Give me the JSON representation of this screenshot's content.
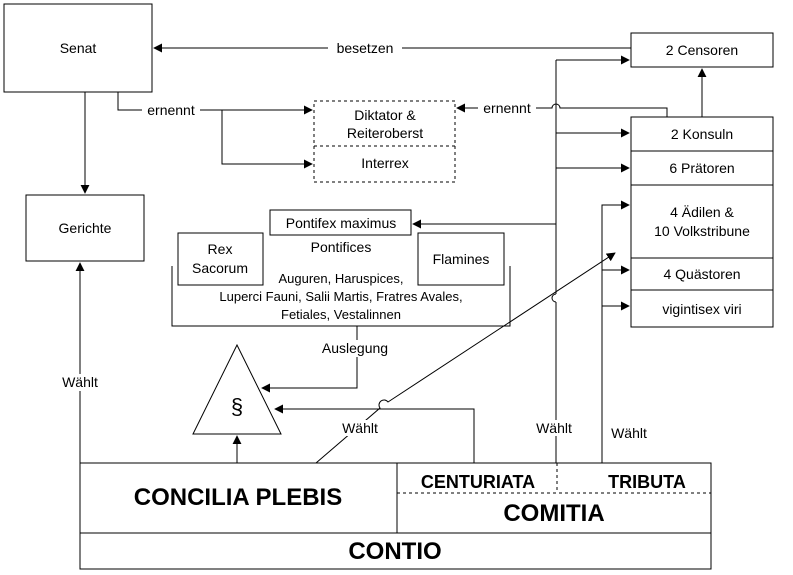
{
  "nodes": {
    "senat": "Senat",
    "gerichte": "Gerichte",
    "censoren": "2 Censoren",
    "diktator_line1": "Diktator &",
    "diktator_line2": "Reiteroberst",
    "interrex": "Interrex",
    "konsuln": "2 Konsuln",
    "praetoren": "6 Prätoren",
    "aedilen_line1": "4 Ädilen &",
    "aedilen_line2": "10 Volkstribune",
    "quaestoren": "4 Quästoren",
    "vigintisex": "vigintisex viri",
    "pontifex_maximus": "Pontifex maximus",
    "pontifices": "Pontifices",
    "rex_line1": "Rex",
    "rex_line2": "Sacorum",
    "flamines": "Flamines",
    "priests_line1": "Auguren, Haruspices,",
    "priests_line2": "Luperci Fauni, Salii Martis, Fratres Avales,",
    "priests_line3": "Fetiales, Vestalinnen",
    "law_symbol": "§",
    "concilia_plebis": "CONCILIA PLEBIS",
    "centuriata": "CENTURIATA",
    "tributa": "TRIBUTA",
    "comitia": "COMITIA",
    "contio": "CONTIO"
  },
  "edges": {
    "besetzen": "besetzen",
    "ernennt_left": "ernennt",
    "ernennt_right": "ernennt",
    "auslegung": "Auslegung",
    "waehlt_left": "Wählt",
    "waehlt_mid": "Wählt",
    "waehlt_centuriata": "Wählt",
    "waehlt_tributa": "Wählt"
  }
}
